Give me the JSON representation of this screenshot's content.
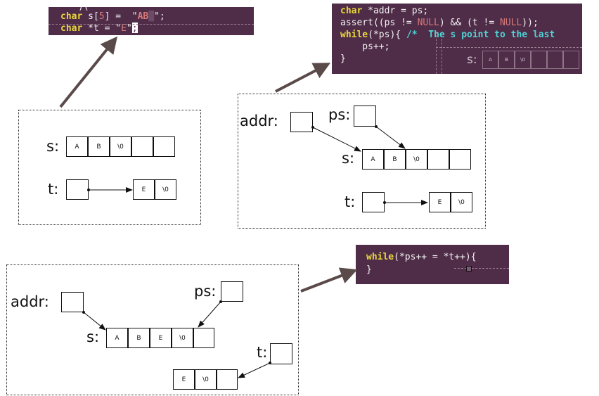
{
  "code1": {
    "top": ")(",
    "l1": {
      "kw": "char",
      "a": " s[",
      "num": "5",
      "b": "] =  \"",
      "str": "AB",
      "c": "\";"
    },
    "l2": {
      "kw": "char",
      "a": " *t = \"",
      "str": "E",
      "c": "\"",
      "cursor": ";"
    }
  },
  "code2": {
    "l1": {
      "kw": "char",
      "a": " *addr = ps;"
    },
    "l2": {
      "a": "assert((ps != ",
      "n1": "NULL",
      "b": ") && (t != ",
      "n2": "NULL",
      "c": "));"
    },
    "l3": {
      "kw": "while",
      "a": "(*ps){ ",
      "cmt": "/*  The s point to the last"
    },
    "l4": {
      "a": "    ps++;"
    },
    "l5": {
      "a": "}"
    },
    "s_label": "s:",
    "cells": [
      "A",
      "B",
      "\\0",
      "",
      "",
      ""
    ]
  },
  "code3": {
    "l1": {
      "kw": "while",
      "a": "(*ps++ = *t++){"
    },
    "l2": {
      "a": "}"
    }
  },
  "diagram1": {
    "s_label": "s:",
    "s_cells": [
      "A",
      "B",
      "\\0",
      "",
      ""
    ],
    "t_label": "t:",
    "t_cells": [
      "E",
      "\\0"
    ]
  },
  "diagram2": {
    "addr_label": "addr:",
    "ps_label": "ps:",
    "s_label": "s:",
    "s_cells": [
      "A",
      "B",
      "\\0",
      "",
      ""
    ],
    "t_label": "t:",
    "t_cells": [
      "E",
      "\\0"
    ]
  },
  "diagram3": {
    "addr_label": "addr:",
    "ps_label": "ps:",
    "s_label": "s:",
    "s_cells": [
      "A",
      "B",
      "E",
      "\\0",
      ""
    ],
    "t_label": "t:",
    "t_cells": [
      "E",
      "\\0",
      ""
    ]
  },
  "colors": {
    "code_bg": "#4f2c48",
    "keyword": "#e8d83a",
    "literal": "#d87a7a",
    "comment": "#4fd3d3",
    "arrow": "#5a4a4a"
  }
}
